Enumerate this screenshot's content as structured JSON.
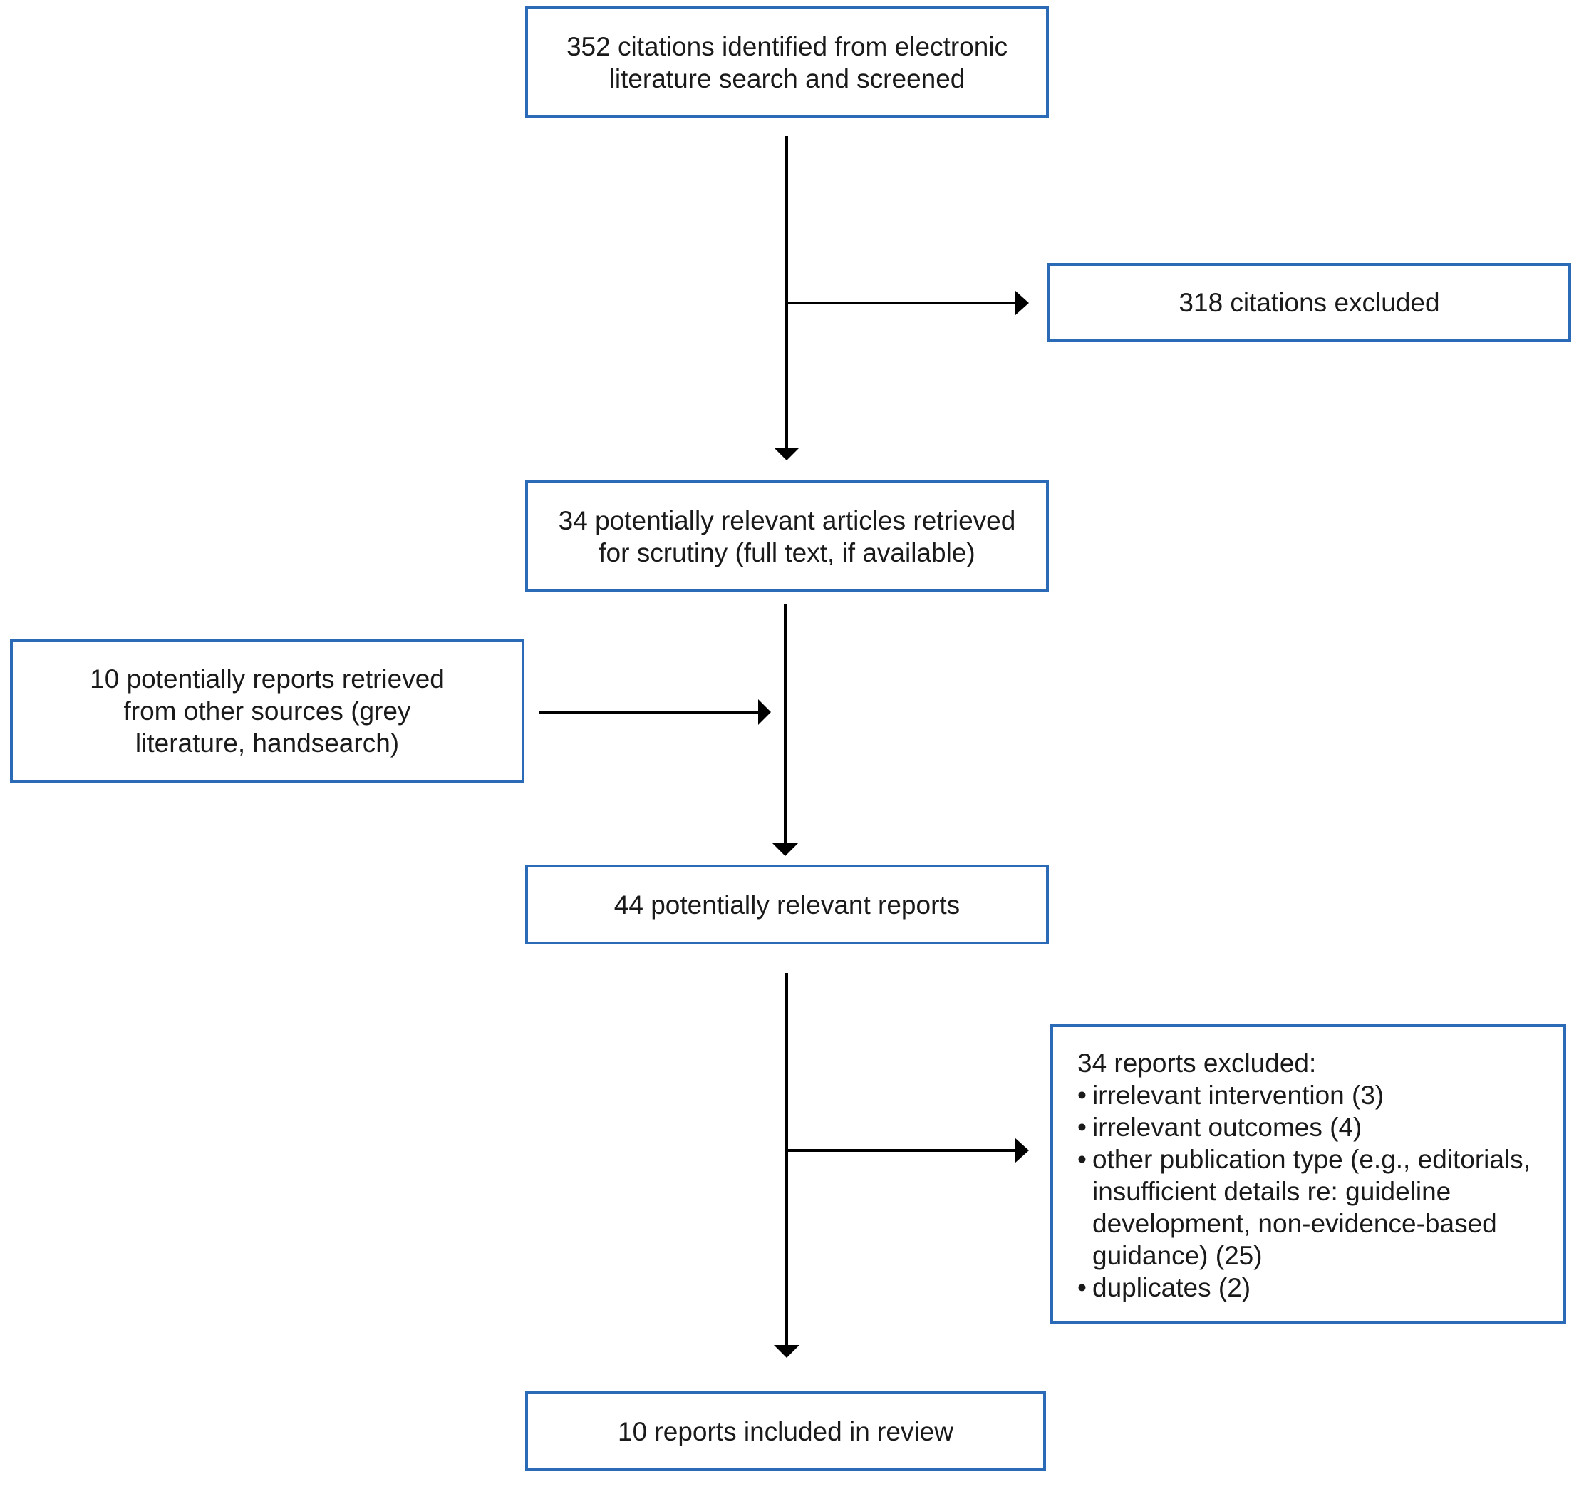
{
  "boxes": {
    "identified": {
      "lines": [
        "352 citations identified from electronic",
        "literature search and screened"
      ]
    },
    "excluded_citations": {
      "text": "318 citations excluded"
    },
    "retrieved": {
      "lines": [
        "34 potentially relevant articles retrieved",
        "for scrutiny (full text, if available)"
      ]
    },
    "other_sources": {
      "lines": [
        "10 potentially reports retrieved",
        "from other sources (grey",
        "literature, handsearch)"
      ]
    },
    "relevant_reports": {
      "text": "44 potentially relevant reports"
    },
    "excluded_reports": {
      "heading": "34 reports excluded:",
      "bullet": "•",
      "items": [
        {
          "lines": [
            "irrelevant intervention (3)"
          ]
        },
        {
          "lines": [
            "irrelevant outcomes (4)"
          ]
        },
        {
          "lines": [
            "other publication type (e.g., editorials,",
            "insufficient details re: guideline",
            "development, non-evidence-based",
            "guidance) (25)"
          ]
        },
        {
          "lines": [
            "duplicates (2)"
          ]
        }
      ]
    },
    "included": {
      "text": "10 reports included in review"
    }
  },
  "colors": {
    "box_border": "#2a6ab6",
    "arrow": "#000000",
    "text": "#1a1a1a"
  }
}
